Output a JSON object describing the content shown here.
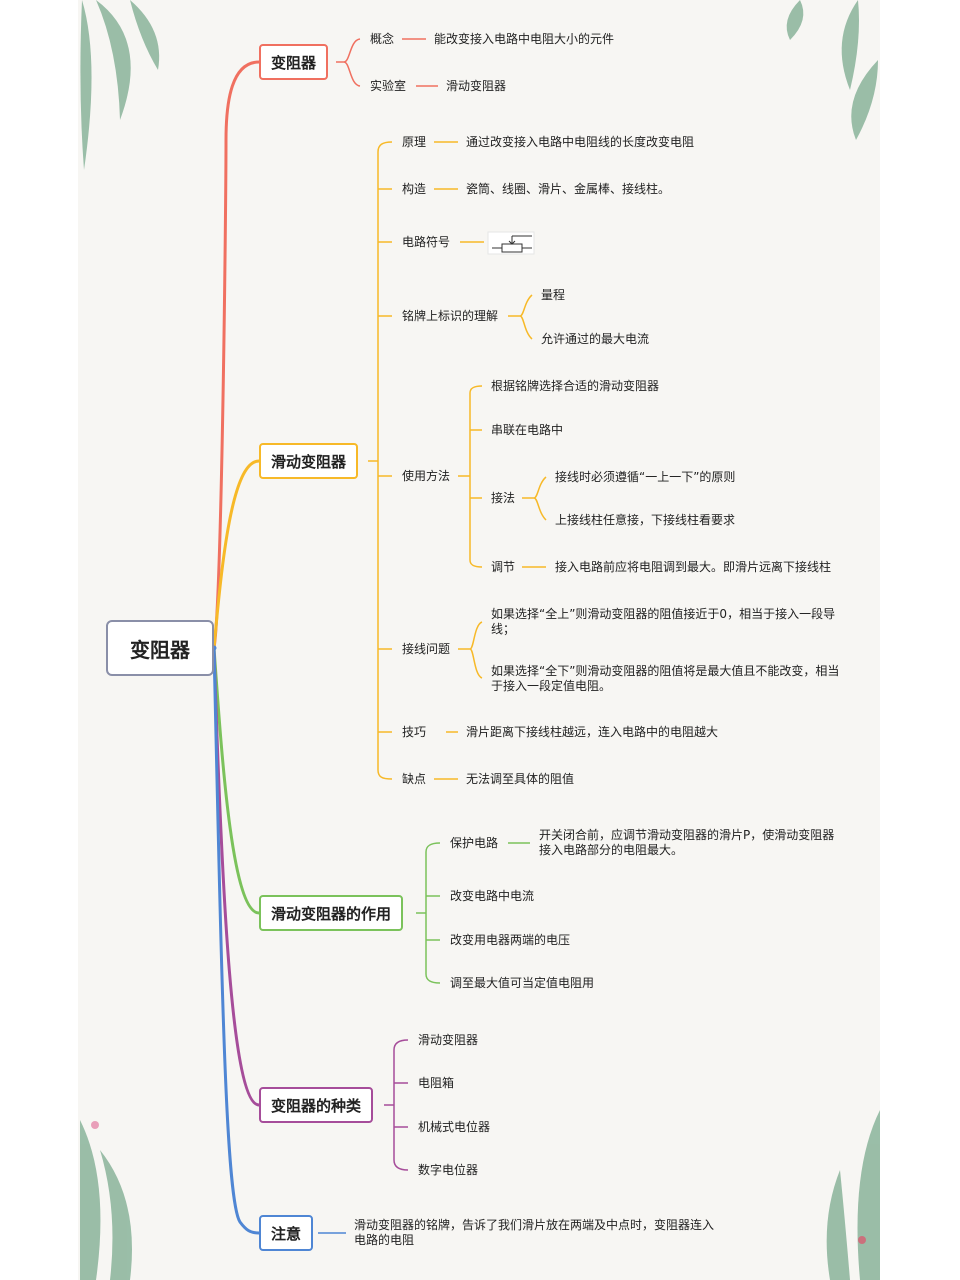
{
  "root": "变阻器",
  "colors": {
    "red": "#f07060",
    "orange": "#f7b928",
    "green": "#7bc25b",
    "purple": "#a64d9a",
    "blue": "#4f86d4"
  },
  "b1": {
    "label": "变阻器",
    "c1": {
      "label": "概念",
      "value": "能改变接入电路中电阻大小的元件"
    },
    "c2": {
      "label": "实验室",
      "value": "滑动变阻器"
    }
  },
  "b2": {
    "label": "滑动变阻器",
    "principle": {
      "label": "原理",
      "value": "通过改变接入电路中电阻线的长度改变电阻"
    },
    "structure": {
      "label": "构造",
      "value": "瓷筒、线圈、滑片、金属棒、接线柱。"
    },
    "symbol": {
      "label": "电路符号"
    },
    "nameplate": {
      "label": "铭牌上标识的理解",
      "items": [
        "量程",
        "允许通过的最大电流"
      ]
    },
    "usage": {
      "label": "使用方法",
      "u1": "根据铭牌选择合适的滑动变阻器",
      "u2": "串联在电路中",
      "wiring": {
        "label": "接法",
        "items": [
          "接线时必须遵循“一上一下”的原则",
          "上接线柱任意接，下接线柱看要求"
        ]
      },
      "adjust": {
        "label": "调节",
        "value": "接入电路前应将电阻调到最大。即滑片远离下接线柱"
      }
    },
    "issues": {
      "label": "接线问题",
      "items": [
        "如果选择“全上”则滑动变阻器的阻值接近于0，相当于接入一段导线；",
        "如果选择“全下”则滑动变阻器的阻值将是最大值且不能改变，相当于接入一段定值电阻。"
      ]
    },
    "tip": {
      "label": "技巧",
      "value": "滑片距离下接线柱越远，连入电路中的电阻越大"
    },
    "drawback": {
      "label": "缺点",
      "value": "无法调至具体的阻值"
    }
  },
  "b3": {
    "label": "滑动变阻器的作用",
    "protect": {
      "label": "保护电路",
      "value": "开关闭合前，应调节滑动变阻器的滑片P，使滑动变阻器接入电路部分的电阻最大。"
    },
    "items": [
      "改变电路中电流",
      "改变用电器两端的电压",
      "调至最大值可当定值电阻用"
    ]
  },
  "b4": {
    "label": "变阻器的种类",
    "items": [
      "滑动变阻器",
      "电阻箱",
      "机械式电位器",
      "数字电位器"
    ]
  },
  "b5": {
    "label": "注意",
    "value": "滑动变阻器的铭牌，告诉了我们滑片放在两端及中点时，变阻器连入电路的电阻"
  }
}
